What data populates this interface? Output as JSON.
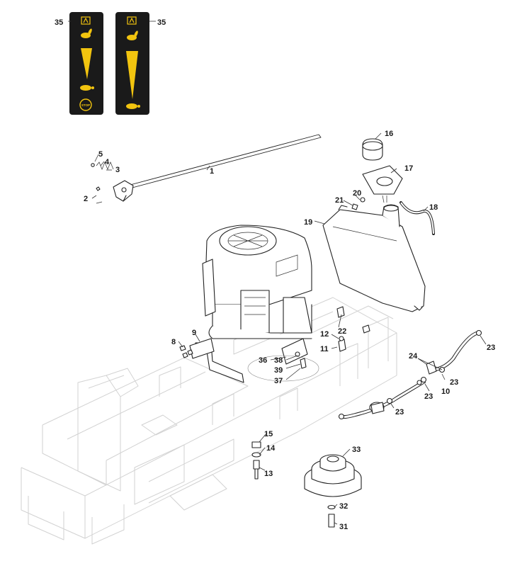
{
  "diagram": {
    "type": "exploded parts diagram",
    "colors": {
      "decal_background": "#1a1a1a",
      "decal_symbol": "#f2c40f",
      "line": "#222222",
      "frame_ghost": "#d2d2d2"
    },
    "decals": [
      {
        "callout": "35",
        "symbols": [
          "choke-icon",
          "rabbit-icon",
          "speed-wedge-icon",
          "turtle-icon",
          "stop-icon"
        ],
        "stop_text": "STOP"
      },
      {
        "callout": "35",
        "symbols": [
          "choke-icon",
          "rabbit-icon",
          "speed-wedge-icon",
          "turtle-icon"
        ]
      }
    ],
    "callouts": {
      "c1": "1",
      "c2": "2",
      "c3": "3",
      "c4": "4",
      "c5": "5",
      "c8": "8",
      "c9": "9",
      "c10": "10",
      "c11": "11",
      "c12": "12",
      "c13": "13",
      "c14": "14",
      "c15": "15",
      "c16": "16",
      "c17": "17",
      "c18": "18",
      "c19": "19",
      "c20": "20",
      "c21": "21",
      "c22": "22",
      "c23a": "23",
      "c23b": "23",
      "c23c": "23",
      "c23d": "23",
      "c24": "24",
      "c31": "31",
      "c32": "32",
      "c33": "33",
      "c36": "36",
      "c37": "37",
      "c38": "38",
      "c39": "39"
    }
  }
}
